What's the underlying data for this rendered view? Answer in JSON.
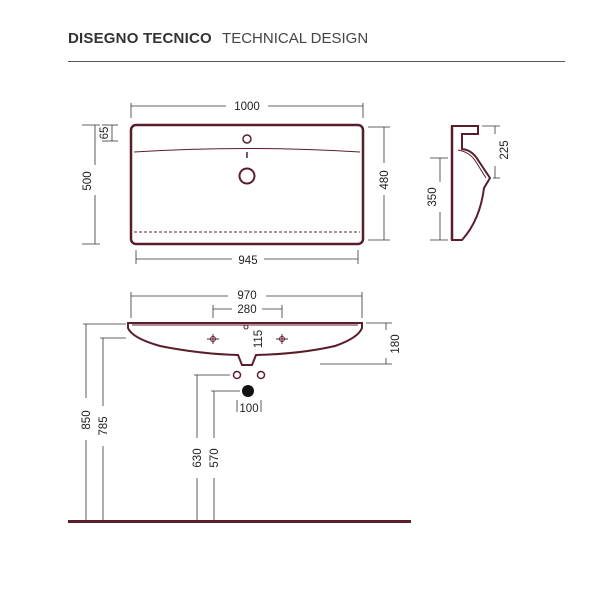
{
  "header": {
    "title_it": "DISEGNO TECNICO",
    "title_en": "TECHNICAL DESIGN"
  },
  "colors": {
    "basin_outline": "#5a1e2a",
    "dimension_lines": "#333333",
    "floor": "#5a1e2a"
  },
  "top_view": {
    "width_total": "1000",
    "width_inner": "945",
    "depth_total": "500",
    "depth_inner": "480",
    "rim": "65"
  },
  "side_view": {
    "height_top": "225",
    "depth": "350"
  },
  "front_view": {
    "width_total": "970",
    "tap_spacing": "280",
    "tap_offset": "115",
    "basin_height": "180",
    "waste_spacing": "100",
    "height_850": "850",
    "height_785": "785",
    "height_630": "630",
    "height_570": "570"
  }
}
